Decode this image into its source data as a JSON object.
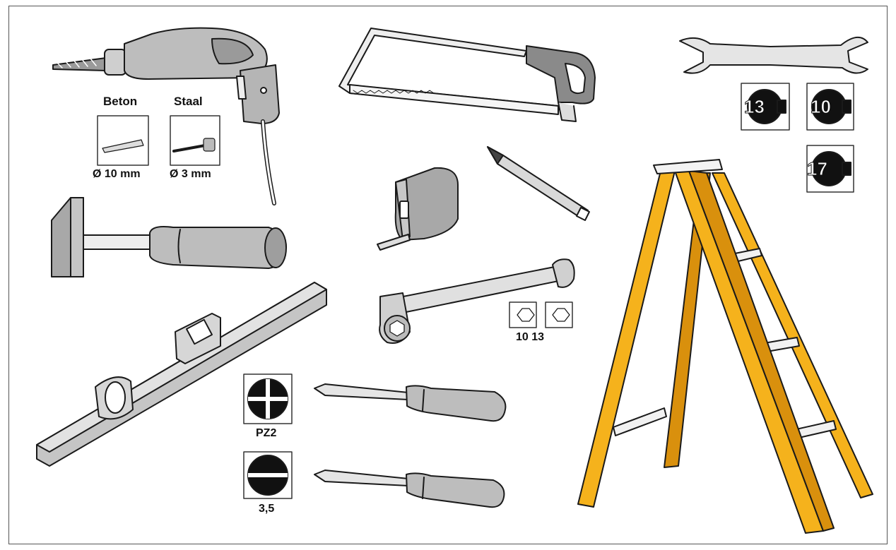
{
  "drill": {
    "concrete_label": "Beton",
    "steel_label": "Staal",
    "concrete_size": "Ø 10 mm",
    "steel_size": "Ø 3 mm"
  },
  "wrench": {
    "sizes": [
      "13",
      "10",
      "17"
    ]
  },
  "socket_wrench": {
    "sizes": "10 13"
  },
  "screwdrivers": {
    "phillips_label": "PZ2",
    "flat_label": "3,5"
  },
  "colors": {
    "tool_gray": "#bdbdbd",
    "tool_dark": "#7a7a7a",
    "outline": "#1a1a1a",
    "ladder_yellow": "#f5b21c",
    "ladder_shade": "#d9900d"
  }
}
